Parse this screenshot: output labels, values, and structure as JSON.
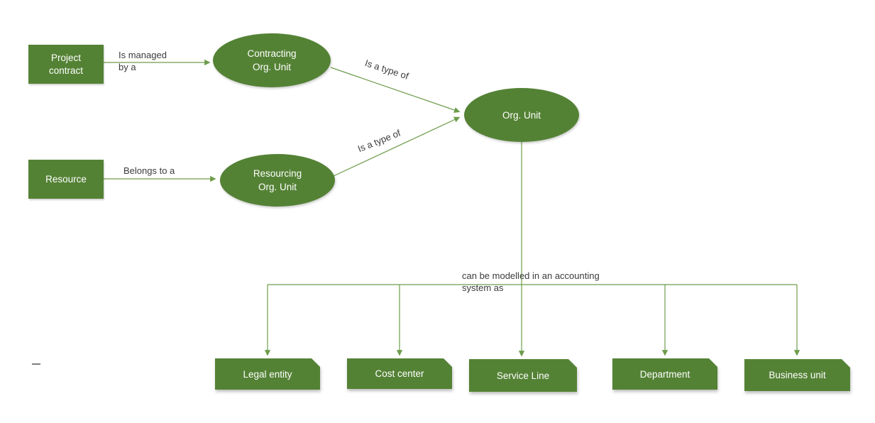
{
  "colors": {
    "shape_fill": "#548235",
    "connector_line": "#6d9c4b",
    "shape_text": "#ffffff",
    "annotation_text": "#3b3b3b"
  },
  "nodes": {
    "project_contract": "Project contract",
    "resource": "Resource",
    "contracting_org_unit": "Contracting Org. Unit",
    "resourcing_org_unit": "Resourcing Org. Unit",
    "org_unit": "Org. Unit",
    "accounting_models": [
      "Legal entity",
      "Cost center",
      "Service Line",
      "Department",
      "Business unit"
    ]
  },
  "edges": {
    "is_managed_by": "Is managed by a",
    "belongs_to": "Belongs to a",
    "is_a_type_of_contracting": "Is a type of",
    "is_a_type_of_resourcing": "Is a type of",
    "can_be_modelled": "can be modelled in an accounting system as"
  }
}
